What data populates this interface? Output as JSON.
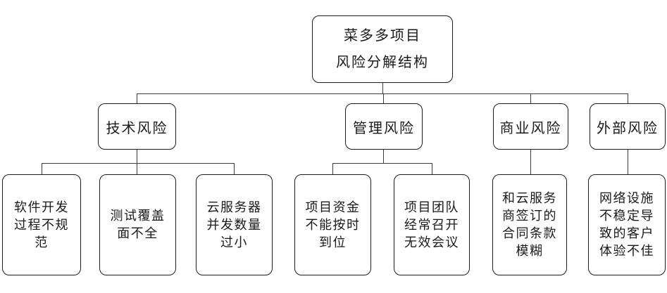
{
  "colors": {
    "background": "#ffffff",
    "node_border": "#1c1c1c",
    "connector_line": "#3c3c3c",
    "text": "#1a1a1a"
  },
  "diagram": {
    "type": "tree",
    "root": {
      "label": "菜多多项目\n风险分解结构"
    },
    "branches": [
      {
        "label": "技术风险",
        "children": [
          {
            "label": "软件开发\n过程不规\n范"
          },
          {
            "label": "测试覆盖\n面不全"
          },
          {
            "label": "云服务器\n并发数量\n过小"
          }
        ]
      },
      {
        "label": "管理风险",
        "children": [
          {
            "label": "项目资金\n不能按时\n到位"
          },
          {
            "label": "项目团队\n经常召开\n无效会议"
          }
        ]
      },
      {
        "label": "商业风险",
        "children": [
          {
            "label": "和云服务\n商签订的\n合同条款\n模糊"
          }
        ]
      },
      {
        "label": "外部风险",
        "children": [
          {
            "label": "网络设施\n不稳定导\n致的客户\n体验不佳"
          }
        ]
      }
    ]
  }
}
